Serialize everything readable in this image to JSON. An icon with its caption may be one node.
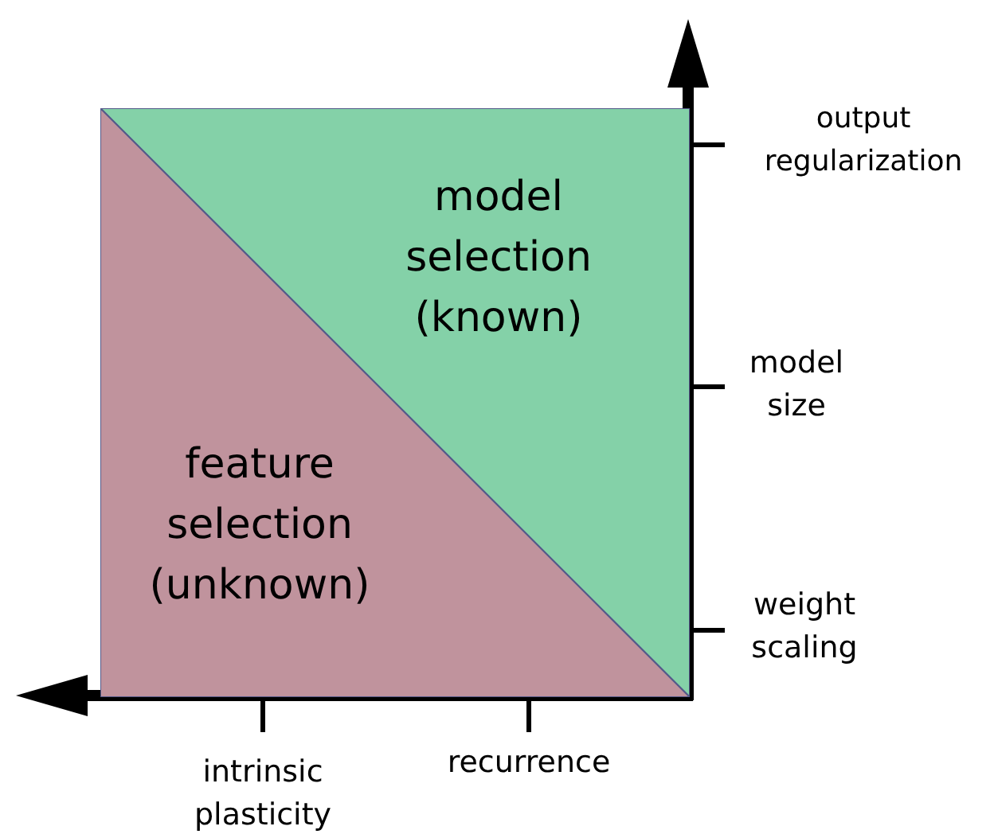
{
  "diagram": {
    "nodes": [
      {
        "text": [
          "model selection (known)"
        ]
      },
      {
        "text": [
          "feature selection (unknown)"
        ]
      }
    ],
    "labels": [
      "output regularization",
      "model size",
      "weight scaling",
      "intrinsic plasticity",
      "recurrence"
    ]
  }
}
